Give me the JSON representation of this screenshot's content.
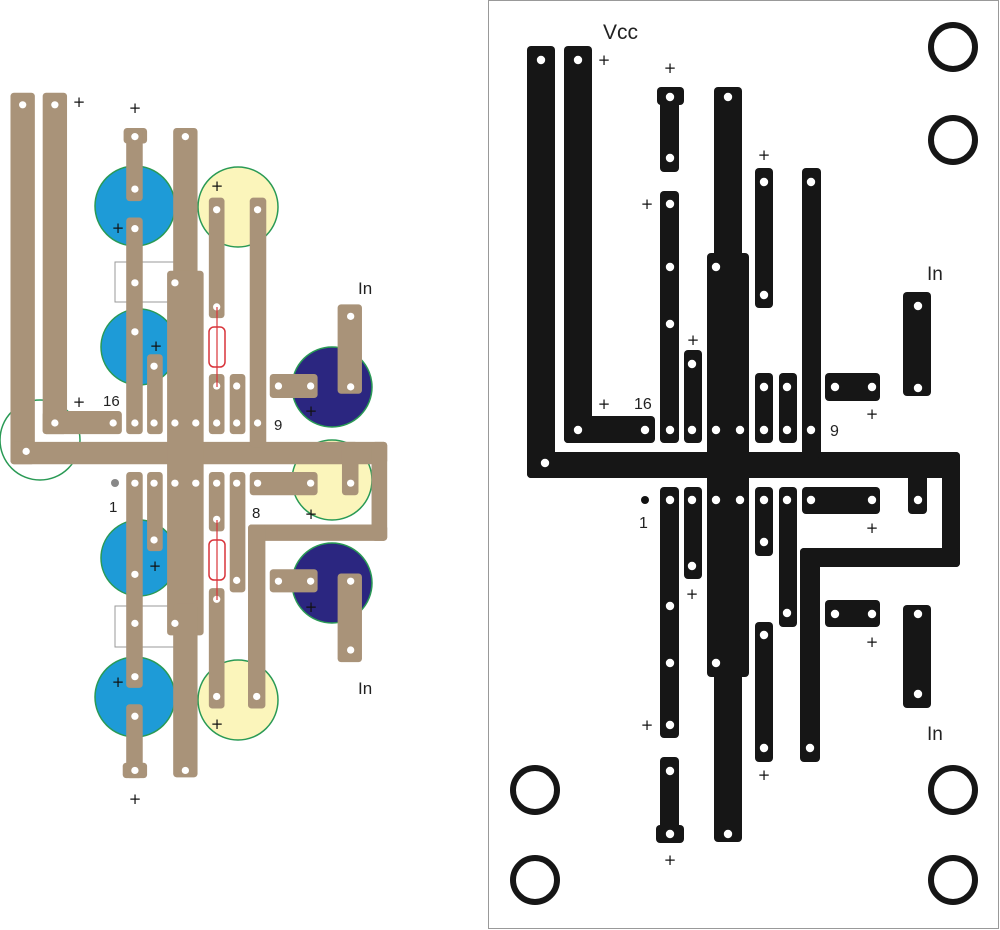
{
  "polarity_mark": "+",
  "component_view": {
    "pin1_label": "1",
    "pin16_label": "16",
    "pin9_label": "9",
    "pin8_label": "8",
    "input_top_label": "In",
    "input_bottom_label": "In"
  },
  "copper_view": {
    "vcc_label": "Vcc",
    "pin1_label": "1",
    "pin16_label": "16",
    "pin9_label": "9",
    "input_top_label": "In",
    "input_bottom_label": "In"
  },
  "colors": {
    "copper_top": "#a99379",
    "copper_bottom": "#161616",
    "cap_blue": "#1e9bd7",
    "cap_yellow": "#fbf5bb",
    "cap_navy": "#2b2680",
    "outline_green": "#2a9a55",
    "resistor_red": "#d8343a"
  }
}
